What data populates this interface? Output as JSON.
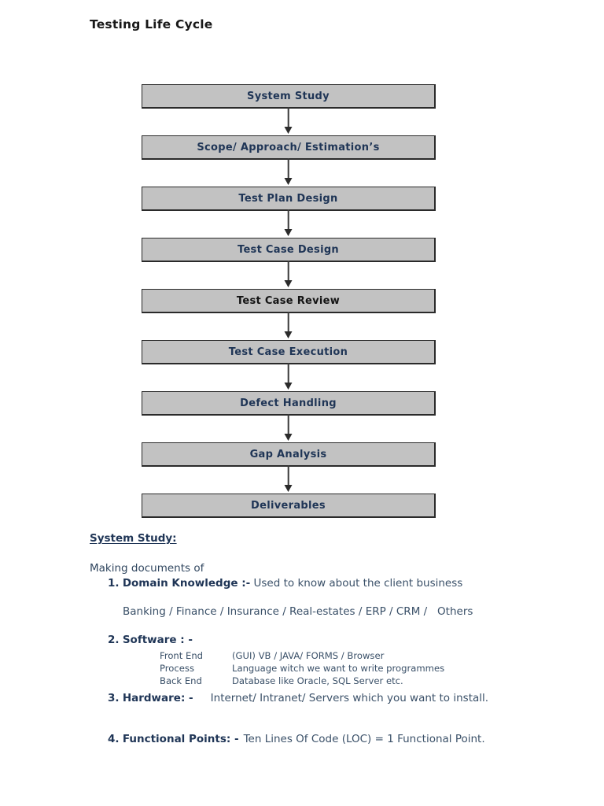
{
  "document": {
    "title": "Testing Life Cycle"
  },
  "flowchart": {
    "nodes": [
      {
        "label": "System Study",
        "text_color": "#1f3556"
      },
      {
        "label": "Scope/ Approach/ Estimation’s",
        "text_color": "#1f3556"
      },
      {
        "label": "Test Plan Design",
        "text_color": "#1f3556"
      },
      {
        "label": "Test Case Design",
        "text_color": "#1f3556"
      },
      {
        "label": "Test Case Review",
        "text_color": "#141414"
      },
      {
        "label": "Test Case Execution",
        "text_color": "#1f3556"
      },
      {
        "label": "Defect Handling",
        "text_color": "#1f3556"
      },
      {
        "label": "Gap Analysis",
        "text_color": "#1f3556"
      },
      {
        "label": "Deliverables",
        "text_color": "#1f3556"
      }
    ],
    "node_fill": "#c2c2c2",
    "node_border": "#2a2a2a",
    "connector_color": "#3a3a3a"
  },
  "section": {
    "heading": "System Study:",
    "intro": "Making documents of",
    "items": [
      {
        "num": "1.",
        "term": "Domain Knowledge :-",
        "desc": "Used to know about the client business",
        "examples": "Banking / Finance / Insurance / Real-estates / ERP / CRM /   Others"
      },
      {
        "num": "2.",
        "term": "Software : -",
        "rows": [
          {
            "key": "Front End",
            "value": "(GUI) VB / JAVA/ FORMS / Browser"
          },
          {
            "key": "Process",
            "value": "Language witch we want to write programmes"
          },
          {
            "key": "Back End",
            "value": "Database like Oracle, SQL Server etc."
          }
        ]
      },
      {
        "num": "3.",
        "term": "Hardware: -",
        "desc": "Internet/ Intranet/ Servers which you want to install."
      },
      {
        "num": "4.",
        "term": "Functional Points: -",
        "desc": "Ten Lines Of Code (LOC) = 1 Functional Point."
      }
    ]
  }
}
